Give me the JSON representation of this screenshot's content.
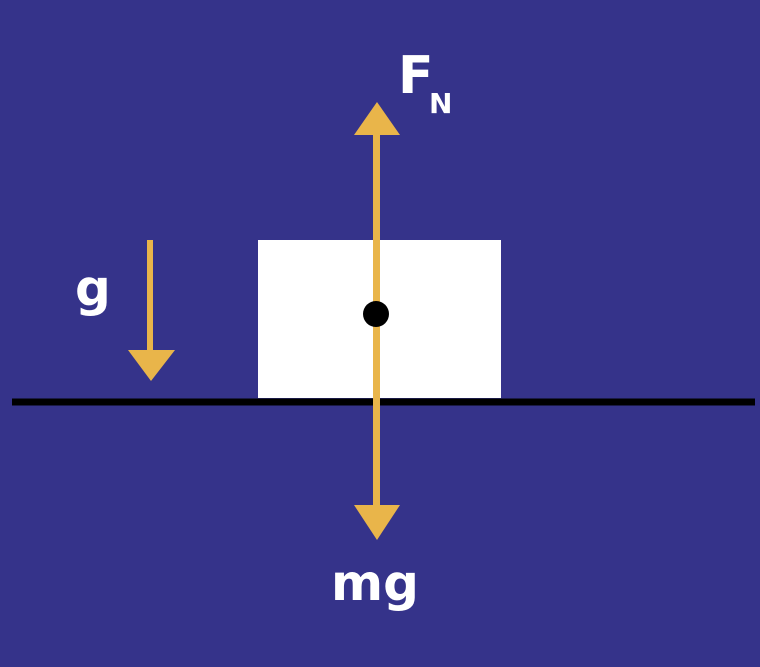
{
  "colors": {
    "background": "#35338a",
    "arrow": "#e9b54a",
    "block": "#ffffff",
    "ground": "#000000",
    "center_dot": "#000000",
    "text": "#ffffff"
  },
  "labels": {
    "normal_force_main": "F",
    "normal_force_sub": "N",
    "weight": "mg",
    "gravity": "g"
  }
}
